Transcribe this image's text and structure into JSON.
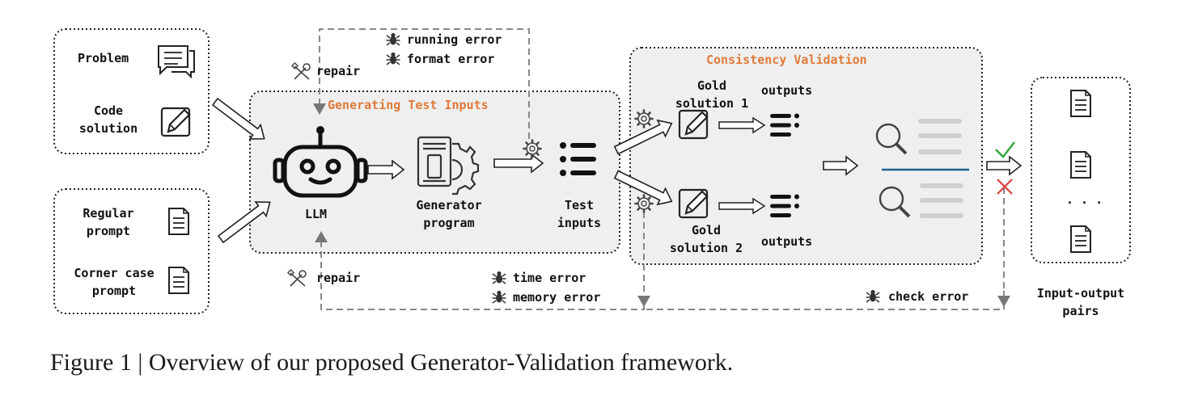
{
  "inputs": {
    "problem": "Problem",
    "code_solution": [
      "Code",
      "solution"
    ],
    "regular_prompt": [
      "Regular",
      "prompt"
    ],
    "corner_case_prompt": [
      "Corner case",
      "prompt"
    ]
  },
  "generating": {
    "title": "Generating Test Inputs",
    "llm": "LLM",
    "generator_program": [
      "Generator",
      "program"
    ],
    "test_inputs": [
      "Test",
      "inputs"
    ]
  },
  "errors": {
    "running": "running error",
    "format": "format error",
    "time": "time error",
    "memory": "memory error",
    "check": "check error",
    "repair": "repair"
  },
  "validation": {
    "title": "Consistency Validation",
    "gold1": [
      "Gold",
      "solution 1"
    ],
    "gold2": [
      "Gold",
      "solution 2"
    ],
    "outputs": "outputs"
  },
  "result": {
    "pairs": [
      "Input-output",
      "pairs"
    ],
    "dots": "· · ·"
  },
  "caption": "Figure 1 | Overview of our proposed Generator-Validation framework.",
  "colors": {
    "accent_orange": "#e07a3a",
    "check_green": "#3aa845",
    "cross_red": "#d9403a",
    "divider_blue": "#1f5f8b",
    "panel_gray": "#efefef"
  },
  "icons": [
    "chat-icon",
    "pencil-icon",
    "document-icon",
    "robot-icon",
    "gear-icon",
    "list-icon",
    "magnifier-icon",
    "bug-icon",
    "tools-icon",
    "check-icon",
    "cross-icon"
  ]
}
